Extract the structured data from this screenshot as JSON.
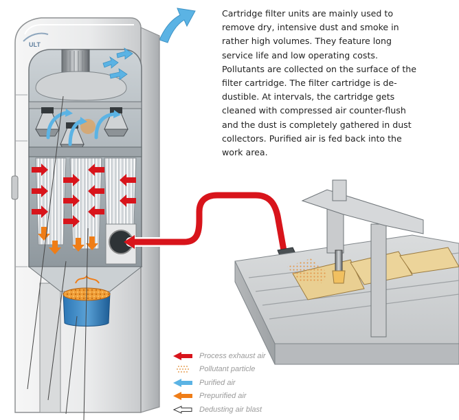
{
  "description": "Cartridge filter units are mainly used to remove dry, intensive dust and smoke in rather high volumes. They feature long service life and low operating costs. Pollutants are collected on the surface of the filter cartridge. The filter cartridge is de-dustible. At intervals, the cartridge gets cleaned with compressed air counter-flush and the dust is completely gathered in dust collectors. Purified air is fed back into the work area.",
  "brand_logo_text": "ULT",
  "legend": [
    {
      "label": "Process exhaust air",
      "icon": "red-arrow-icon",
      "color": "#d8141b"
    },
    {
      "label": "Pollutant particle",
      "icon": "dotted-particle-icon",
      "color": "#e7a35c"
    },
    {
      "label": "Purified air",
      "icon": "blue-arrow-icon",
      "color": "#5bb3e4"
    },
    {
      "label": "Prepurified air",
      "icon": "orange-arrow-icon",
      "color": "#ef7d17"
    },
    {
      "label": "Dedusting air blast",
      "icon": "outline-arrow-icon",
      "color": "#333333"
    }
  ],
  "colors": {
    "housing": "#e8e9ea",
    "housing_edge": "#8d9092",
    "duct": "#d8141b",
    "purified": "#5bb3e4",
    "prepurified": "#ef7d17",
    "wood": "#e9cf92"
  }
}
